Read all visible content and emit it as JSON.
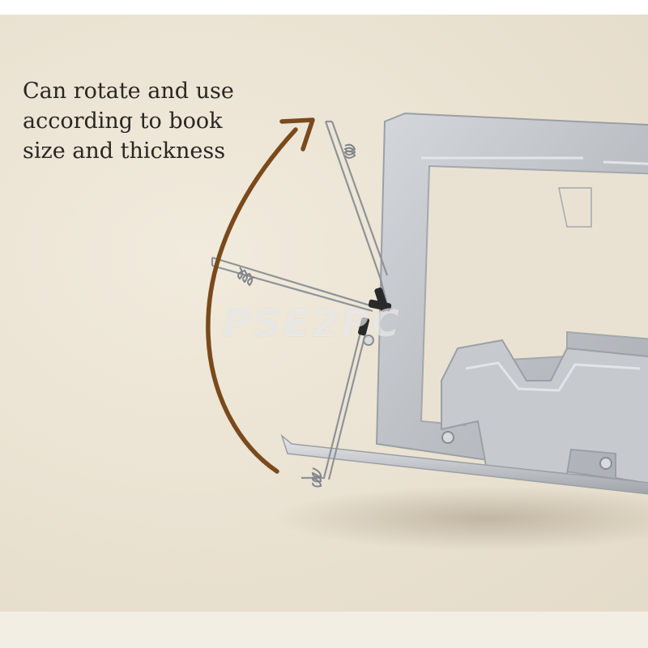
{
  "caption": {
    "lines": [
      "Can rotate and use",
      "according to book",
      "size and thickness"
    ]
  },
  "watermark": {
    "text": "PSE2PC"
  },
  "image": {
    "subject": "metal-book-stand-with-page-clips",
    "icons": [
      "rotation-arrow-icon",
      "spring-clip-icon"
    ]
  },
  "colors": {
    "background": "#ebe3d3",
    "arrow": "#7a4a1c",
    "metal": "#c3c7cb",
    "text": "#2a2622"
  }
}
